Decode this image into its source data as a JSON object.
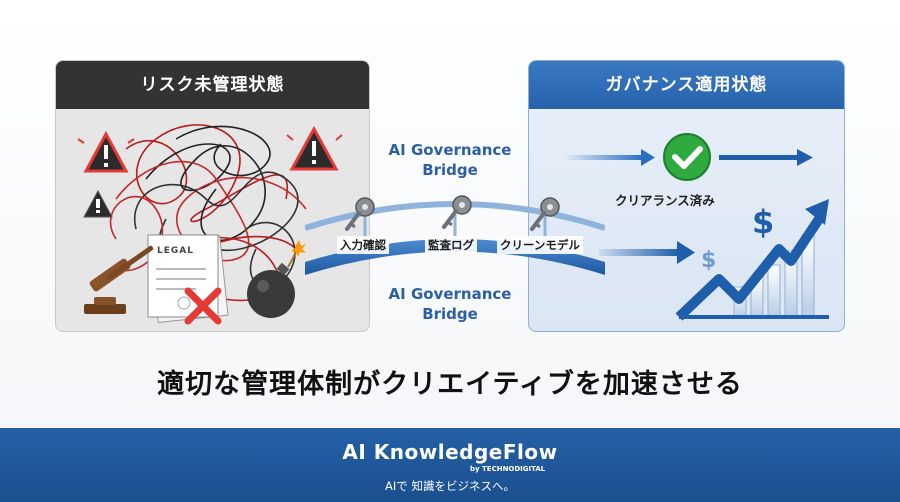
{
  "left_panel": {
    "title": "リスク未管理状態",
    "document_label": "LEGAL"
  },
  "right_panel": {
    "title": "ガバナンス適用状態",
    "clearance_label": "クリアランス済み"
  },
  "bridge": {
    "title_top_line1": "AI Governance",
    "title_top_line2": "Bridge",
    "title_bottom_line1": "AI Governance",
    "title_bottom_line2": "Bridge",
    "steps": [
      "入力確認",
      "監査ログ",
      "クリーンモデル"
    ]
  },
  "headline": "適切な管理体制がクリエイティブを加速させる",
  "footer": {
    "brand": "AI KnowledgeFlow",
    "brand_sub": "by TECHNODIGITAL",
    "tagline": "AIで 知識をビジネスへ。"
  },
  "icons": {
    "left": [
      "tangled-lines-icon",
      "warning-icon",
      "legal-document-icon",
      "gavel-icon",
      "red-x-icon",
      "bomb-icon"
    ],
    "bridge": [
      "key-icon"
    ],
    "right": [
      "arrow-right-icon",
      "check-circle-icon",
      "dollar-icon",
      "growth-chart-icon"
    ]
  },
  "colors": {
    "danger": "#d62b2b",
    "accent_blue": "#2a6dc4",
    "success": "#2eaa3f",
    "dark": "#333333"
  }
}
